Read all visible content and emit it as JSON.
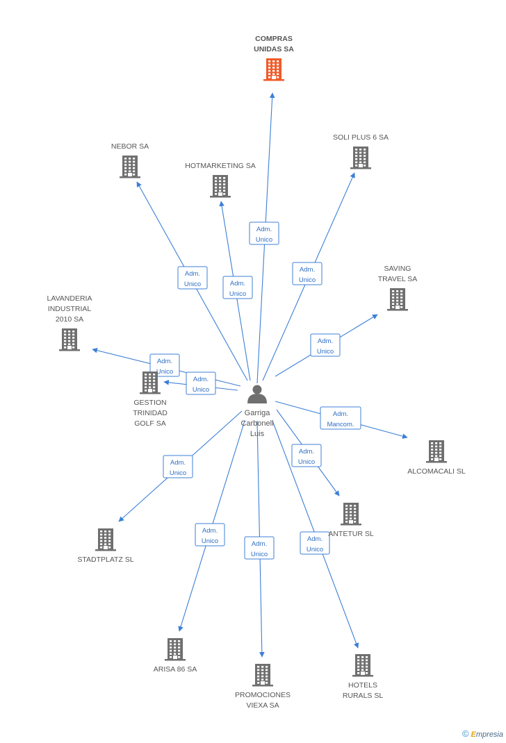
{
  "colors": {
    "edge": "#3c7fd6",
    "company_icon": "#6f6f6f",
    "highlight_icon": "#f05a28",
    "person_icon": "#6f6f6f"
  },
  "center": {
    "lines": [
      "Garriga",
      "Carbonell",
      "Luis"
    ],
    "icon": "person-icon"
  },
  "nodes": [
    {
      "id": "compras",
      "lines": [
        "COMPRAS",
        "UNIDAS SA"
      ],
      "highlight": true,
      "label_pos": "above"
    },
    {
      "id": "nebor",
      "lines": [
        "NEBOR SA"
      ],
      "label_pos": "above"
    },
    {
      "id": "hotmarketing",
      "lines": [
        "HOTMARKETING SA"
      ],
      "label_pos": "above"
    },
    {
      "id": "soliplus",
      "lines": [
        "SOLI PLUS 6 SA"
      ],
      "label_pos": "above"
    },
    {
      "id": "saving",
      "lines": [
        "SAVING",
        "TRAVEL SA"
      ],
      "label_pos": "above"
    },
    {
      "id": "lavanderia",
      "lines": [
        "LAVANDERIA",
        "INDUSTRIAL",
        "2010 SA"
      ],
      "label_pos": "above"
    },
    {
      "id": "gestion",
      "lines": [
        "GESTION",
        "TRINIDAD",
        "GOLF SA"
      ],
      "label_pos": "below"
    },
    {
      "id": "alcomacali",
      "lines": [
        "ALCOMACALI SL"
      ],
      "label_pos": "below"
    },
    {
      "id": "antetur",
      "lines": [
        "ANTETUR SL"
      ],
      "label_pos": "below"
    },
    {
      "id": "stadtplatz",
      "lines": [
        "STADTPLATZ SL"
      ],
      "label_pos": "below"
    },
    {
      "id": "arisa",
      "lines": [
        "ARISA 86 SA"
      ],
      "label_pos": "below"
    },
    {
      "id": "promociones",
      "lines": [
        "PROMOCIONES",
        "VIEXA SA"
      ],
      "label_pos": "below"
    },
    {
      "id": "hotels",
      "lines": [
        "HOTELS",
        "RURALS SL"
      ],
      "label_pos": "below"
    }
  ],
  "edges": [
    {
      "to": "compras",
      "lines": [
        "Adm.",
        "Unico"
      ]
    },
    {
      "to": "nebor",
      "lines": [
        "Adm.",
        "Unico"
      ]
    },
    {
      "to": "hotmarketing",
      "lines": [
        "Adm.",
        "Unico"
      ]
    },
    {
      "to": "soliplus",
      "lines": [
        "Adm.",
        "Unico"
      ]
    },
    {
      "to": "saving",
      "lines": [
        "Adm.",
        "Unico"
      ]
    },
    {
      "to": "lavanderia",
      "lines": [
        "Adm.",
        "Unico"
      ]
    },
    {
      "to": "gestion",
      "lines": [
        "Adm.",
        "Unico"
      ]
    },
    {
      "to": "alcomacali",
      "lines": [
        "Adm.",
        "Mancom."
      ]
    },
    {
      "to": "antetur",
      "lines": [
        "Adm.",
        "Unico"
      ]
    },
    {
      "to": "stadtplatz",
      "lines": [
        "Adm.",
        "Unico"
      ]
    },
    {
      "to": "arisa",
      "lines": [
        "Adm.",
        "Unico"
      ]
    },
    {
      "to": "promociones",
      "lines": [
        "Adm.",
        "Unico"
      ]
    },
    {
      "to": "hotels",
      "lines": [
        "Adm.",
        "Unico"
      ]
    }
  ],
  "brand": {
    "copyright": "©",
    "first": "E",
    "rest": "mpresia"
  }
}
